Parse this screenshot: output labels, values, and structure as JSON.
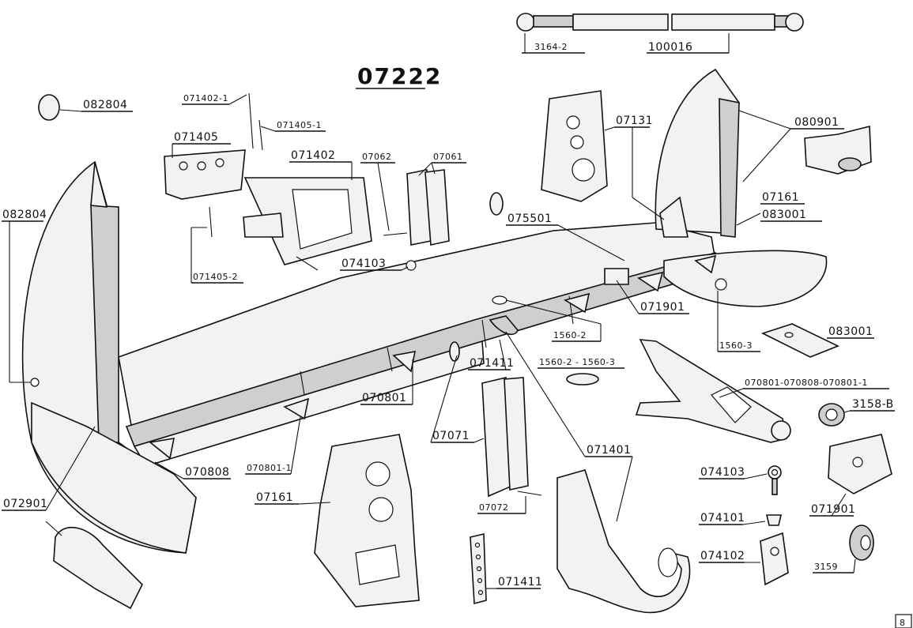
{
  "drawing_number": "07222",
  "corner_mark": "8",
  "labels": {
    "l_3164_2": "3164-2",
    "l_100016": "100016",
    "l_082804_top": "082804",
    "l_071402_1": "071402-1",
    "l_071405_1": "071405-1",
    "l_071405": "071405",
    "l_071402": "071402",
    "l_07062": "07062",
    "l_07061": "07061",
    "l_07131": "07131",
    "l_080901": "080901",
    "l_07161_r": "07161",
    "l_083001_r": "083001",
    "l_082804_left": "082804",
    "l_071405_2": "071405-2",
    "l_075501": "075501",
    "l_074103_c": "074103",
    "l_071901_c": "071901",
    "l_1560_2": "1560-2",
    "l_1560_3": "1560-3",
    "l_083001_b": "083001",
    "l_071411_c": "071411",
    "l_1560_2_1560_3": "1560-2 - 1560-3",
    "l_070801_combo": "070801-070808-070801-1",
    "l_3158_B": "3158-B",
    "l_070801": "070801",
    "l_07071": "07071",
    "l_071401": "071401",
    "l_070808": "070808",
    "l_070801_1": "070801-1",
    "l_072901": "072901",
    "l_07161_b": "07161",
    "l_07072": "07072",
    "l_074103_r": "074103",
    "l_074101": "074101",
    "l_074102": "074102",
    "l_071901_r": "071901",
    "l_3159": "3159",
    "l_071411_b": "071411"
  }
}
